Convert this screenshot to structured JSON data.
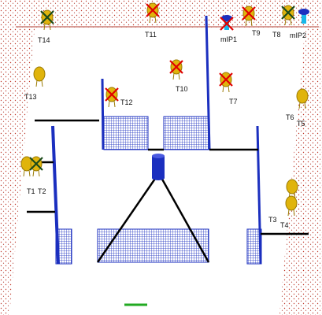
{
  "colors": {
    "ground_dot": "#c0392b",
    "blue": "#1b2fbf",
    "black": "#000000",
    "sensor_yellow": "#e0b40c",
    "sensor_shadow": "#9a7a04",
    "mark_red": "#e00000",
    "mark_green": "#1a4a1a",
    "scale_bar": "#22aa22",
    "probe_cyan": "#19b7e8"
  },
  "sensors": [
    {
      "id": "T14",
      "label": "T14",
      "status": "green-x"
    },
    {
      "id": "T11",
      "label": "T11",
      "status": "red-x"
    },
    {
      "id": "mIP1",
      "label": "mIP1",
      "status": "red-x",
      "kind": "probe"
    },
    {
      "id": "T9",
      "label": "T9",
      "status": "red-x"
    },
    {
      "id": "T8",
      "label": "T8",
      "status": "green-x"
    },
    {
      "id": "mIP2",
      "label": "mIP2",
      "status": "ok",
      "kind": "probe"
    },
    {
      "id": "T13",
      "label": "T13",
      "status": "ok"
    },
    {
      "id": "T10",
      "label": "T10",
      "status": "red-x"
    },
    {
      "id": "T7",
      "label": "T7",
      "status": "red-x"
    },
    {
      "id": "T12",
      "label": "T12",
      "status": "red-x"
    },
    {
      "id": "T6",
      "label": "T6",
      "status": "ok"
    },
    {
      "id": "T5",
      "label": "T5",
      "status": "ok"
    },
    {
      "id": "T1",
      "label": "T1",
      "status": "ok"
    },
    {
      "id": "T2",
      "label": "T2",
      "status": "green-x"
    },
    {
      "id": "T3",
      "label": "T3",
      "status": "ok"
    },
    {
      "id": "T4",
      "label": "T4",
      "status": "ok"
    }
  ]
}
